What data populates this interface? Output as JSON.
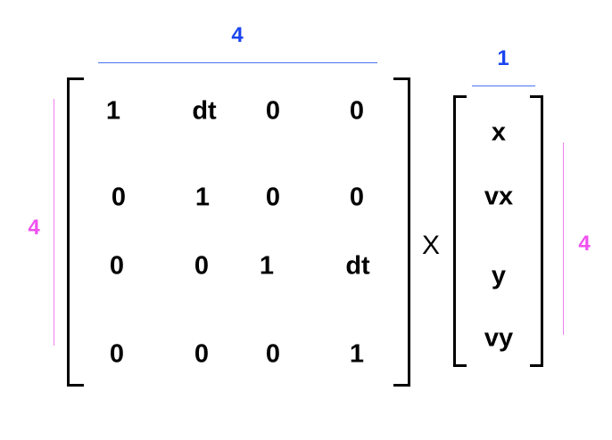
{
  "colors": {
    "column_dim": "#1a44f0",
    "column_line": "#4a74f0",
    "row_dim": "#f050f0",
    "row_line": "#f080f0",
    "ink": "#000000"
  },
  "matrix_a": {
    "cols_label": "4",
    "rows_label": "4",
    "rows": [
      [
        "1",
        "dt",
        "0",
        "0"
      ],
      [
        "0",
        "1",
        "0",
        "0"
      ],
      [
        "0",
        "0",
        "1",
        "dt"
      ],
      [
        "0",
        "0",
        "0",
        "1"
      ]
    ]
  },
  "operator": "X",
  "vector_b": {
    "cols_label": "1",
    "rows_label": "4",
    "rows": [
      "x",
      "vx",
      "y",
      "vy"
    ]
  }
}
